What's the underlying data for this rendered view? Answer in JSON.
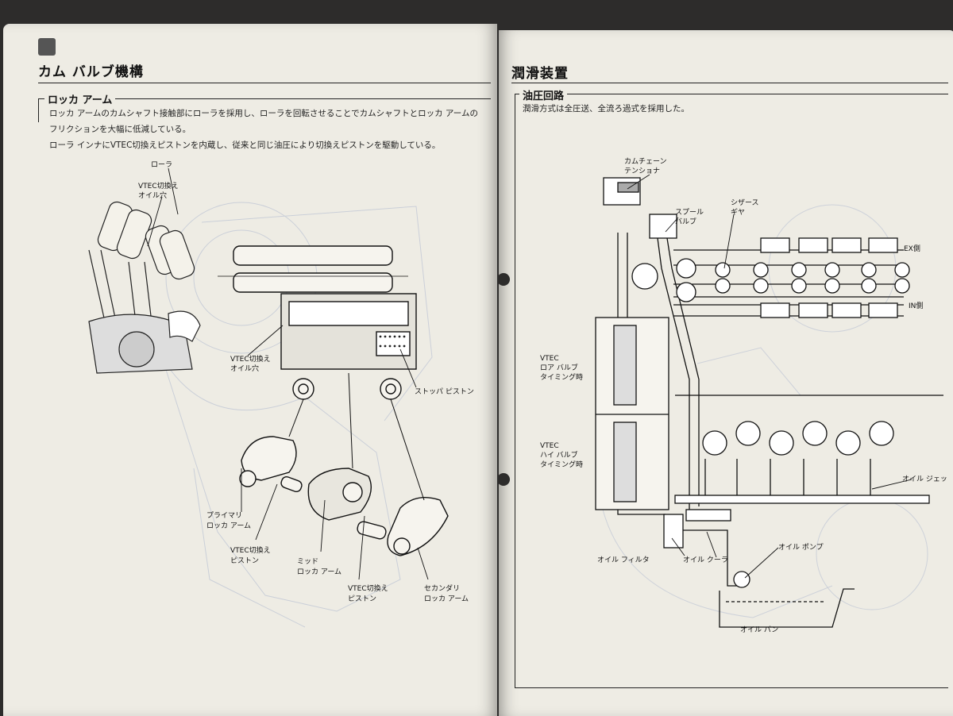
{
  "left": {
    "section_title": "カム バルブ機構",
    "sub_title": "ロッカ アーム",
    "paragraph": [
      "ロッカ アームのカムシャフト接触部にローラを採用し、ローラを回転させることでカムシャフトとロッカ アームの",
      "フリクションを大幅に低減している。",
      "ローラ インナにVTEC切換えピストンを内蔵し、従来と同じ油圧により切換えピストンを駆動している。"
    ],
    "labels": {
      "roller": "ローラ",
      "vtec_oil_hole_top": [
        "VTEC切換え",
        "オイル穴"
      ],
      "vtec_oil_hole_mid": [
        "VTEC切換え",
        "オイル穴"
      ],
      "stopper_piston": "ストッパ ピストン",
      "primary_rocker": [
        "プライマリ",
        "ロッカ アーム"
      ],
      "vtec_piston_1": [
        "VTEC切換え",
        "ピストン"
      ],
      "mid_rocker": [
        "ミッド",
        "ロッカ アーム"
      ],
      "vtec_piston_2": [
        "VTEC切換え",
        "ピストン"
      ],
      "secondary_rocker": [
        "セカンダリ",
        "ロッカ アーム"
      ]
    }
  },
  "right": {
    "section_title": "潤滑装置",
    "sub_title": "油圧回路",
    "paragraph": "潤滑方式は全圧送、全流ろ過式を採用した。",
    "labels": {
      "cam_chain_tensioner": [
        "カムチェーン",
        "テンショナ"
      ],
      "spool_valve": [
        "スプール",
        "バルブ"
      ],
      "scissors_gear": [
        "シザース",
        "ギヤ"
      ],
      "ex_side": "EX側",
      "in_side": "IN側",
      "vtec_low": [
        "VTEC",
        "ロア バルブ",
        "タイミング時"
      ],
      "vtec_high": [
        "VTEC",
        "ハイ バルブ",
        "タイミング時"
      ],
      "oil_jet": "オイル ジェッ",
      "oil_filter": "オイル フィルタ",
      "oil_cooler": "オイル クーラ",
      "oil_pump": "オイル ポンプ",
      "oil_pan": "オイル パン"
    }
  }
}
